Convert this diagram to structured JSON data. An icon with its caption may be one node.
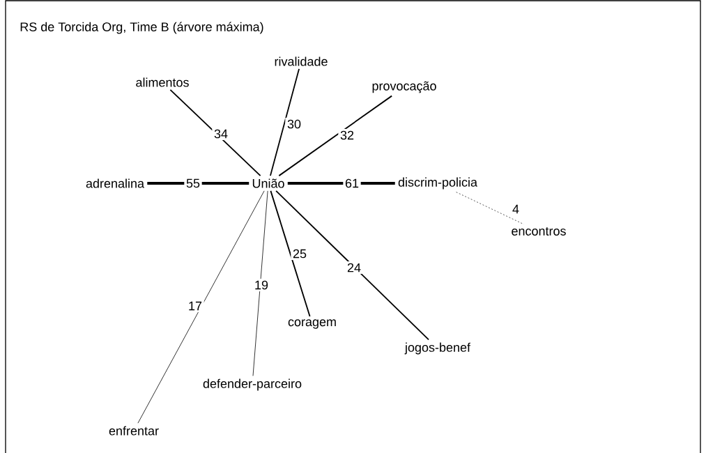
{
  "diagram": {
    "title": "RS de Torcida Org, Time B (árvore máxima)",
    "nodes": [
      {
        "text": [
          "União"
        ]
      },
      {
        "text": [
          "adrenalina"
        ]
      },
      {
        "text": [
          "alimentos"
        ]
      },
      {
        "text": [
          "rivalidade"
        ]
      },
      {
        "text": [
          "provocação"
        ]
      },
      {
        "text": [
          "discrim-policia"
        ]
      },
      {
        "text": [
          "encontros"
        ]
      },
      {
        "text": [
          "enfrentar"
        ]
      },
      {
        "text": [
          "defender-parceiro"
        ]
      },
      {
        "text": [
          "coragem"
        ]
      },
      {
        "text": [
          "jogos-benef"
        ]
      }
    ],
    "edges": [
      {
        "from": 0,
        "to": 2,
        "arrow": "none",
        "label": "34"
      },
      {
        "from": 0,
        "to": 3,
        "arrow": "none",
        "label": "30"
      },
      {
        "from": 0,
        "to": 4,
        "arrow": "none",
        "label": "32"
      },
      {
        "from": 0,
        "to": 1,
        "arrow": "none",
        "label": "55",
        "style": "thick"
      },
      {
        "from": 0,
        "to": 5,
        "arrow": "none",
        "label": "61",
        "style": "thick"
      },
      {
        "from": 5,
        "to": 6,
        "arrow": "none",
        "label": "4",
        "style": "dashed"
      },
      {
        "from": 0,
        "to": 9,
        "arrow": "none",
        "label": "25"
      },
      {
        "from": 0,
        "to": 10,
        "arrow": "none",
        "label": "24"
      },
      {
        "from": 0,
        "to": 8,
        "arrow": "none",
        "label": "19"
      },
      {
        "from": 0,
        "to": 7,
        "arrow": "none",
        "label": "17"
      }
    ]
  }
}
